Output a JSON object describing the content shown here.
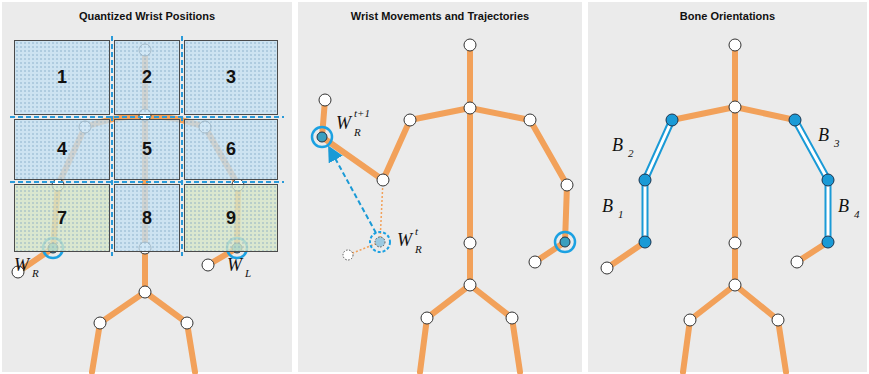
{
  "diagram": {
    "nodes": [
      {
        "text": [
          "Quantized Wrist Positions"
        ]
      },
      {
        "text": [
          "1"
        ],
        "in": 0
      },
      {
        "text": [
          "2"
        ],
        "in": 0
      },
      {
        "text": [
          "3"
        ],
        "in": 0
      },
      {
        "text": [
          "4"
        ],
        "in": 0
      },
      {
        "text": [
          "5"
        ],
        "in": 0
      },
      {
        "text": [
          "6"
        ],
        "in": 0
      },
      {
        "text": [
          "7"
        ],
        "in": 0
      },
      {
        "text": [
          "8"
        ],
        "in": 0
      },
      {
        "text": [
          "9"
        ],
        "in": 0
      },
      {
        "text": [
          "Wrist Movements and Trajectories"
        ]
      },
      {
        "text": [
          "Bone Orientations"
        ]
      }
    ],
    "labels": [
      "W",
      "R",
      "W",
      "L",
      "W",
      "t+1",
      "R",
      "W",
      "t",
      "R",
      "B",
      "2",
      "B",
      "3",
      "B",
      "1",
      "B",
      "4"
    ]
  }
}
